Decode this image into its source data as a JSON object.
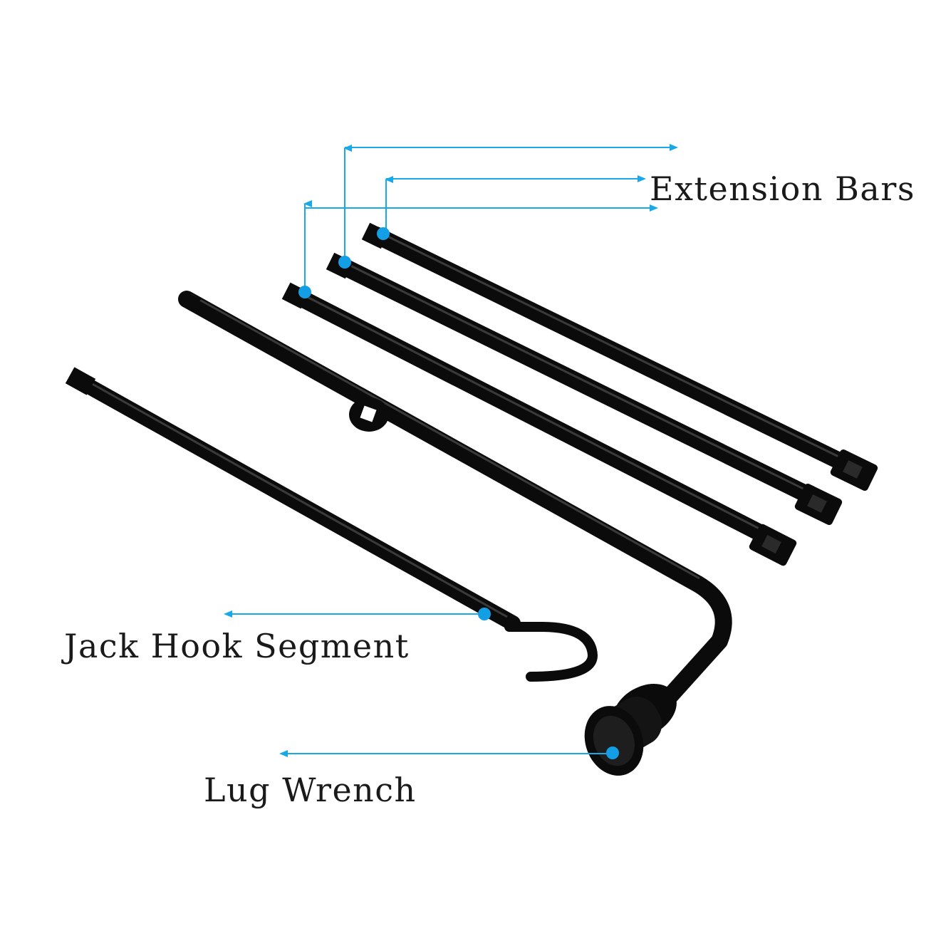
{
  "labels": {
    "extension_bars": "Extension Bars",
    "jack_hook_segment": "Jack Hook Segment",
    "lug_wrench": "Lug Wrench"
  },
  "colors": {
    "callout": "#1aa9e8",
    "dot": "#139fe6",
    "tool": "#0b0b0b",
    "tool_highlight": "#3a3a3a",
    "background": "#ffffff"
  },
  "icons": {
    "callout_marker": "blue-dot",
    "arrow": "arrowhead"
  }
}
